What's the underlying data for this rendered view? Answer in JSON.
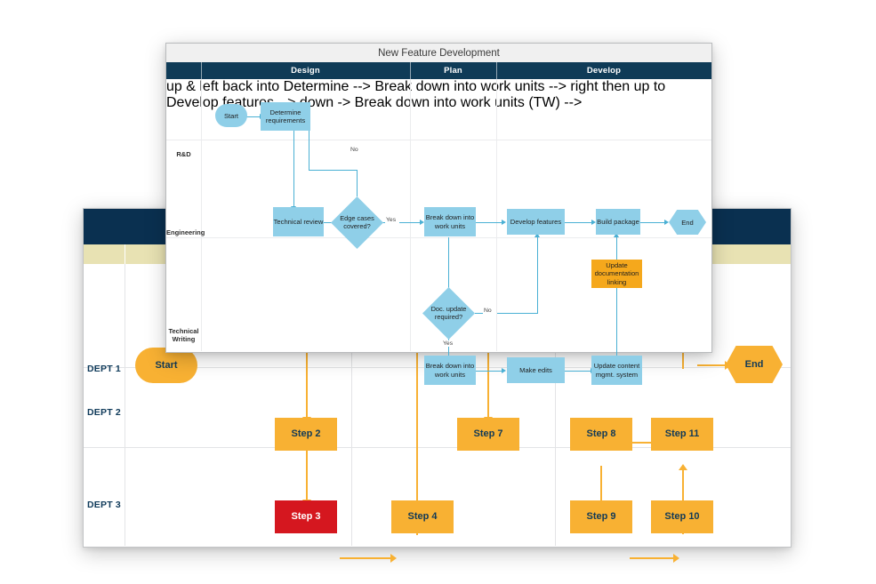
{
  "background_diagram": {
    "name": "swimlane-department-flow",
    "lanes": [
      {
        "label": "DEPT 1"
      },
      {
        "label": "DEPT 2"
      },
      {
        "label": "DEPT 3"
      }
    ],
    "colors": {
      "header": "#0a3050",
      "band": "#e8e2b3",
      "node": "#f8b133",
      "node_alert": "#d5171f",
      "label_text": "#0f3a5a"
    },
    "nodes": [
      {
        "id": "start",
        "label": "Start",
        "lane": "DEPT 1",
        "shape": "rounded",
        "color": "#f8b133"
      },
      {
        "id": "step2",
        "label": "Step 2",
        "lane": "DEPT 2",
        "shape": "rect",
        "color": "#f8b133"
      },
      {
        "id": "step3",
        "label": "Step 3",
        "lane": "DEPT 3",
        "shape": "rect",
        "color": "#d5171f"
      },
      {
        "id": "step4",
        "label": "Step 4",
        "lane": "DEPT 3",
        "shape": "rect",
        "color": "#f8b133"
      },
      {
        "id": "step7",
        "label": "Step 7",
        "lane": "DEPT 2",
        "shape": "rect",
        "color": "#f8b133"
      },
      {
        "id": "step8",
        "label": "Step 8",
        "lane": "DEPT 2",
        "shape": "rect",
        "color": "#f8b133"
      },
      {
        "id": "step9",
        "label": "Step 9",
        "lane": "DEPT 3",
        "shape": "rect",
        "color": "#f8b133"
      },
      {
        "id": "step10",
        "label": "Step 10",
        "lane": "DEPT 3",
        "shape": "rect",
        "color": "#f8b133"
      },
      {
        "id": "step11",
        "label": "Step 11",
        "lane": "DEPT 2",
        "shape": "rect",
        "color": "#f8b133"
      },
      {
        "id": "end",
        "label": "End",
        "lane": "DEPT 1",
        "shape": "hexagon",
        "color": "#f8b133"
      }
    ]
  },
  "foreground_diagram": {
    "title": "New Feature Development",
    "columns": [
      {
        "label": "Design"
      },
      {
        "label": "Plan"
      },
      {
        "label": "Develop"
      }
    ],
    "lanes": [
      {
        "label": "R&D"
      },
      {
        "label": "Engineering"
      },
      {
        "label": "Technical Writing"
      }
    ],
    "colors": {
      "header": "#0f3b57",
      "titlebar": "#f0f0f0",
      "node": "#8fcfe8",
      "node_highlight": "#f5a81c",
      "connector": "#4ab0d4"
    },
    "nodes": [
      {
        "id": "start",
        "label": "Start",
        "lane": "R&D",
        "column": "Design",
        "shape": "rounded",
        "color": "#8fcfe8"
      },
      {
        "id": "determine",
        "label": "Determine requirements",
        "lane": "R&D",
        "column": "Design",
        "shape": "rect",
        "color": "#8fcfe8"
      },
      {
        "id": "techreview",
        "label": "Technical review",
        "lane": "Engineering",
        "column": "Design",
        "shape": "rect",
        "color": "#8fcfe8"
      },
      {
        "id": "edgecases",
        "label": "Edge cases covered?",
        "lane": "Engineering",
        "column": "Design",
        "shape": "diamond",
        "color": "#8fcfe8"
      },
      {
        "id": "breakdown1",
        "label": "Break down into work units",
        "lane": "Engineering",
        "column": "Plan",
        "shape": "rect",
        "color": "#8fcfe8"
      },
      {
        "id": "develop",
        "label": "Develop features",
        "lane": "Engineering",
        "column": "Develop",
        "shape": "rect",
        "color": "#8fcfe8"
      },
      {
        "id": "build",
        "label": "Build package",
        "lane": "Engineering",
        "column": "Develop",
        "shape": "rect",
        "color": "#8fcfe8"
      },
      {
        "id": "end",
        "label": "End",
        "lane": "Engineering",
        "column": "Develop",
        "shape": "hexagon",
        "color": "#8fcfe8"
      },
      {
        "id": "updatedoc",
        "label": "Update documentation linking",
        "lane": "Engineering",
        "column": "Develop",
        "shape": "rect",
        "color": "#f5a81c"
      },
      {
        "id": "docupdate",
        "label": "Doc. update required?",
        "lane": "Technical Writing",
        "column": "Plan",
        "shape": "diamond",
        "color": "#8fcfe8"
      },
      {
        "id": "breakdown2",
        "label": "Break down into work units",
        "lane": "Technical Writing",
        "column": "Plan",
        "shape": "rect",
        "color": "#8fcfe8"
      },
      {
        "id": "makeedits",
        "label": "Make edits",
        "lane": "Technical Writing",
        "column": "Develop",
        "shape": "rect",
        "color": "#8fcfe8"
      },
      {
        "id": "updatecms",
        "label": "Update content mgmt. system",
        "lane": "Technical Writing",
        "column": "Develop",
        "shape": "rect",
        "color": "#8fcfe8"
      }
    ],
    "edge_labels": {
      "edge_no_top": "No",
      "edge_yes_edge": "Yes",
      "edge_no_doc": "No",
      "edge_yes_doc": "Yes"
    }
  }
}
